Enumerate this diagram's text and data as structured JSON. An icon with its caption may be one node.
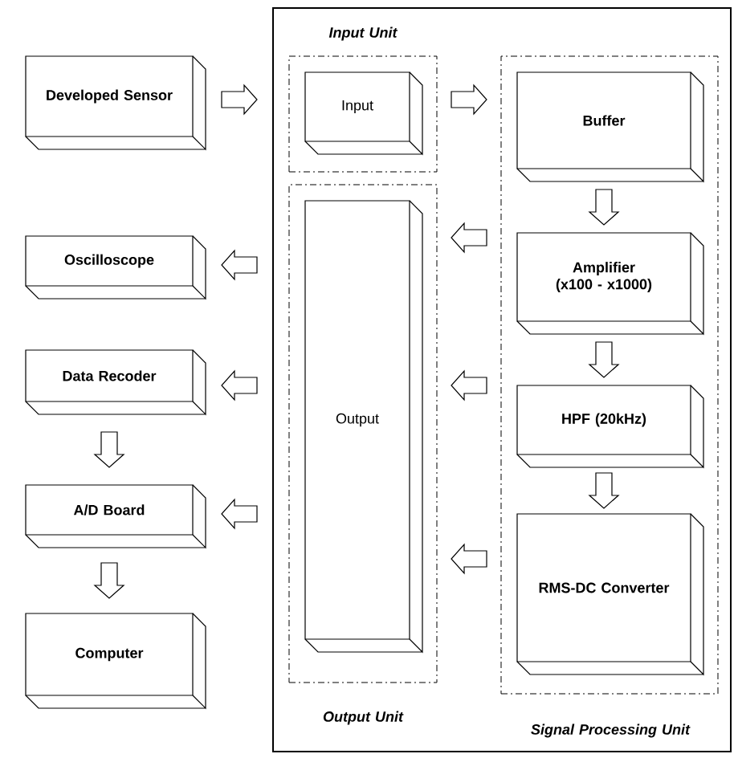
{
  "diagram": {
    "nodes": [
      {
        "text": [
          "Developed Sensor"
        ]
      },
      {
        "text": [
          "Oscilloscope"
        ]
      },
      {
        "text": [
          "Data Recoder"
        ]
      },
      {
        "text": [
          "A/D Board"
        ]
      },
      {
        "text": [
          "Computer"
        ]
      },
      {
        "text": [],
        "shape": "box"
      },
      {
        "text": [
          "Input Unit"
        ],
        "in": 5
      },
      {
        "text": [
          "Output Unit"
        ],
        "in": 5
      },
      {
        "text": [
          "Signal Processing Unit"
        ],
        "in": 5
      },
      {
        "text": [
          "Input"
        ],
        "in": 6
      },
      {
        "text": [
          "Output"
        ],
        "in": 7
      },
      {
        "text": [
          "Buffer"
        ],
        "in": 8
      },
      {
        "text": [
          "Amplifier (x100 - x1000)"
        ],
        "in": 8
      },
      {
        "text": [
          "HPF (20kHz)"
        ],
        "in": 8
      },
      {
        "text": [
          "RMS-DC Converter"
        ],
        "in": 8
      }
    ],
    "edges": [
      {
        "from": 0,
        "to": 9,
        "arrow": "to"
      },
      {
        "from": 9,
        "to": 11,
        "arrow": "to"
      },
      {
        "from": 11,
        "to": 12,
        "arrow": "to"
      },
      {
        "from": 12,
        "to": 13,
        "arrow": "to"
      },
      {
        "from": 13,
        "to": 14,
        "arrow": "to"
      },
      {
        "from": 12,
        "to": 10,
        "arrow": "to"
      },
      {
        "from": 13,
        "to": 10,
        "arrow": "to"
      },
      {
        "from": 14,
        "to": 10,
        "arrow": "to"
      },
      {
        "from": 10,
        "to": 1,
        "arrow": "to"
      },
      {
        "from": 10,
        "to": 2,
        "arrow": "to"
      },
      {
        "from": 10,
        "to": 3,
        "arrow": "to"
      },
      {
        "from": 2,
        "to": 3,
        "arrow": "to"
      },
      {
        "from": 3,
        "to": 4,
        "arrow": "to"
      }
    ]
  }
}
